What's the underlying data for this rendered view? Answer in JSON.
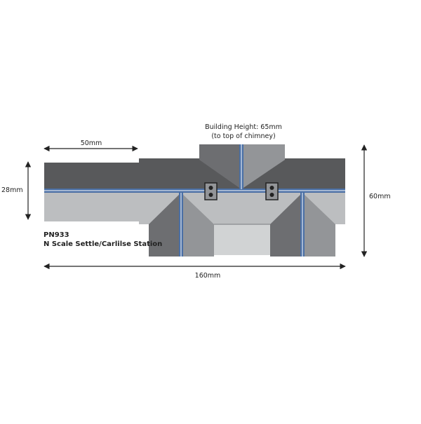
{
  "dimensions": {
    "width_label": "50mm",
    "left_height_label": "28mm",
    "right_height_label": "60mm",
    "total_length_label": "160mm",
    "building_height_label": "Building Height: 65mm",
    "chimney_note": "(to top of chimney)"
  },
  "product": {
    "code": "PN933",
    "name": "N Scale Settle/Carlilse Station"
  },
  "colors": {
    "roof_dark": "#58595b",
    "roof_mid": "#6d6e71",
    "roof_light": "#939598",
    "wall_light": "#bcbec0",
    "wall_pale": "#d1d3d4",
    "ridge_blue": "#4a6fa5",
    "arrow": "#222222"
  }
}
